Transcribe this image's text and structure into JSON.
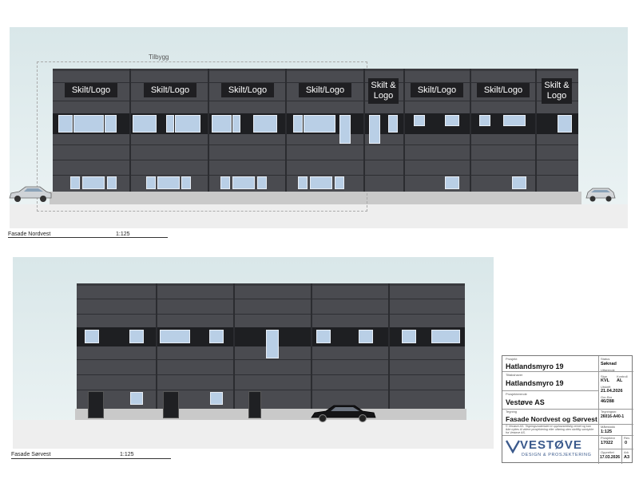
{
  "top_view": {
    "annotation": "Tilbygg",
    "caption": "Fasade Nordvest",
    "scale": "1:125",
    "signs": [
      "Skilt/Logo",
      "Skilt/Logo",
      "Skilt/Logo",
      "Skilt/Logo",
      "Skilt &\nLogo",
      "Skilt/Logo",
      "Skilt/Logo",
      "Skilt &\nLogo"
    ]
  },
  "bottom_view": {
    "caption": "Fasade Sørvest",
    "scale": "1:125"
  },
  "title_block": {
    "project_label": "Prosjekt",
    "project": "Hatlandsmyro 19",
    "status_label": "Status",
    "status": "Søknad",
    "client_label": "Tiltakshaver",
    "client": "Hatlandsmyro 19",
    "issued_label": "Utførende",
    "sign_label": "Sign",
    "sign": "KVL",
    "check_label": "Kontroll",
    "check": "AL",
    "printed_label": "Utskrift",
    "printed": "21.04.2026",
    "designer_label": "Prosjekterende",
    "designer": "Vestøve AS",
    "gnr_label": "Gnr-Bnr",
    "gnr": "46/288",
    "drawing_label": "Tegning",
    "drawing": "Fasade Nordvest og Sørvest",
    "drawing_no_label": "Tegningsnr.",
    "drawing_no": "26016-A40-1",
    "scale_label": "Målestokk",
    "scale": "1:125",
    "copyright": "© Vestøve AS. Tegningsmaterialet er opphavsrettslig vernet og kan ikke nyttes til videre prosjektering eller utføring uten skriftlig samtykke fra Vestøve AS.",
    "brand": "VESTØVE",
    "brand_sub": "DESIGN & PROSJEKTERING",
    "projnr_label": "Prosjektnr",
    "projnr": "17022",
    "rev_label": "Rev.",
    "rev": "0",
    "created_label": "Opprettet",
    "created": "17.03.2026",
    "format_label": "Ark",
    "format": "A3"
  },
  "colors": {
    "facade": "#4a4b50",
    "window": "#b9cfe6",
    "sign": "#1f1f22",
    "sky": "#dce9eb",
    "brand": "#3b5a8c"
  }
}
